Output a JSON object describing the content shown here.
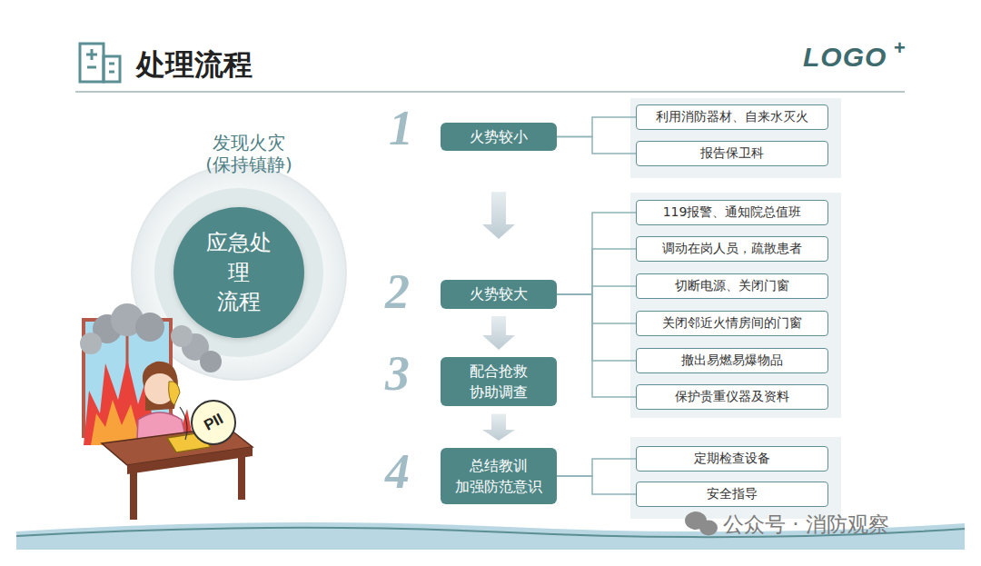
{
  "diagram": {
    "title": "处理流程",
    "nodes": [
      {
        "text": [
          "应急处 理 流程"
        ]
      },
      {
        "text": [
          "PII"
        ]
      },
      {
        "text": [
          "火势较小"
        ]
      },
      {
        "text": [
          "利用消防器材、自来水灭火"
        ]
      },
      {
        "text": [
          "报告保卫科"
        ]
      },
      {
        "text": [
          "火势较大"
        ]
      },
      {
        "text": [
          "119报警、通知院总值班"
        ]
      },
      {
        "text": [
          "调动在岗人员，疏散患者"
        ]
      },
      {
        "text": [
          "切断电源、关闭门窗"
        ]
      },
      {
        "text": [
          "关闭邻近火情房间的门窗"
        ]
      },
      {
        "text": [
          "撤出易燃易爆物品"
        ]
      },
      {
        "text": [
          "保护贵重仪器及资料"
        ]
      },
      {
        "text": [
          "配合抢救 协助调查"
        ]
      },
      {
        "text": [
          "总结教训 加强防范意识"
        ]
      },
      {
        "text": [
          "定期检查设备"
        ]
      },
      {
        "text": [
          "安全指导"
        ]
      }
    ],
    "edges": [
      {
        "from": 2,
        "to": 3,
        "arrow": "none"
      },
      {
        "from": 2,
        "to": 4,
        "arrow": "none"
      },
      {
        "from": 2,
        "to": 5,
        "arrow": "to"
      },
      {
        "from": 5,
        "to": 6,
        "arrow": "none"
      },
      {
        "from": 5,
        "to": 7,
        "arrow": "none"
      },
      {
        "from": 5,
        "to": 8,
        "arrow": "none"
      },
      {
        "from": 5,
        "to": 9,
        "arrow": "none"
      },
      {
        "from": 5,
        "to": 10,
        "arrow": "none"
      },
      {
        "from": 5,
        "to": 11,
        "arrow": "none"
      },
      {
        "from": 5,
        "to": 12,
        "arrow": "to"
      },
      {
        "from": 12,
        "to": 13,
        "arrow": "to"
      },
      {
        "from": 13,
        "to": 14,
        "arrow": "none"
      },
      {
        "from": 13,
        "to": 15,
        "arrow": "none"
      }
    ],
    "labels": [
      "发现火灾",
      "(保持镇静)",
      "1",
      "2",
      "3",
      "4",
      "LOGO",
      "+",
      "公众号 · 消防观察"
    ]
  }
}
